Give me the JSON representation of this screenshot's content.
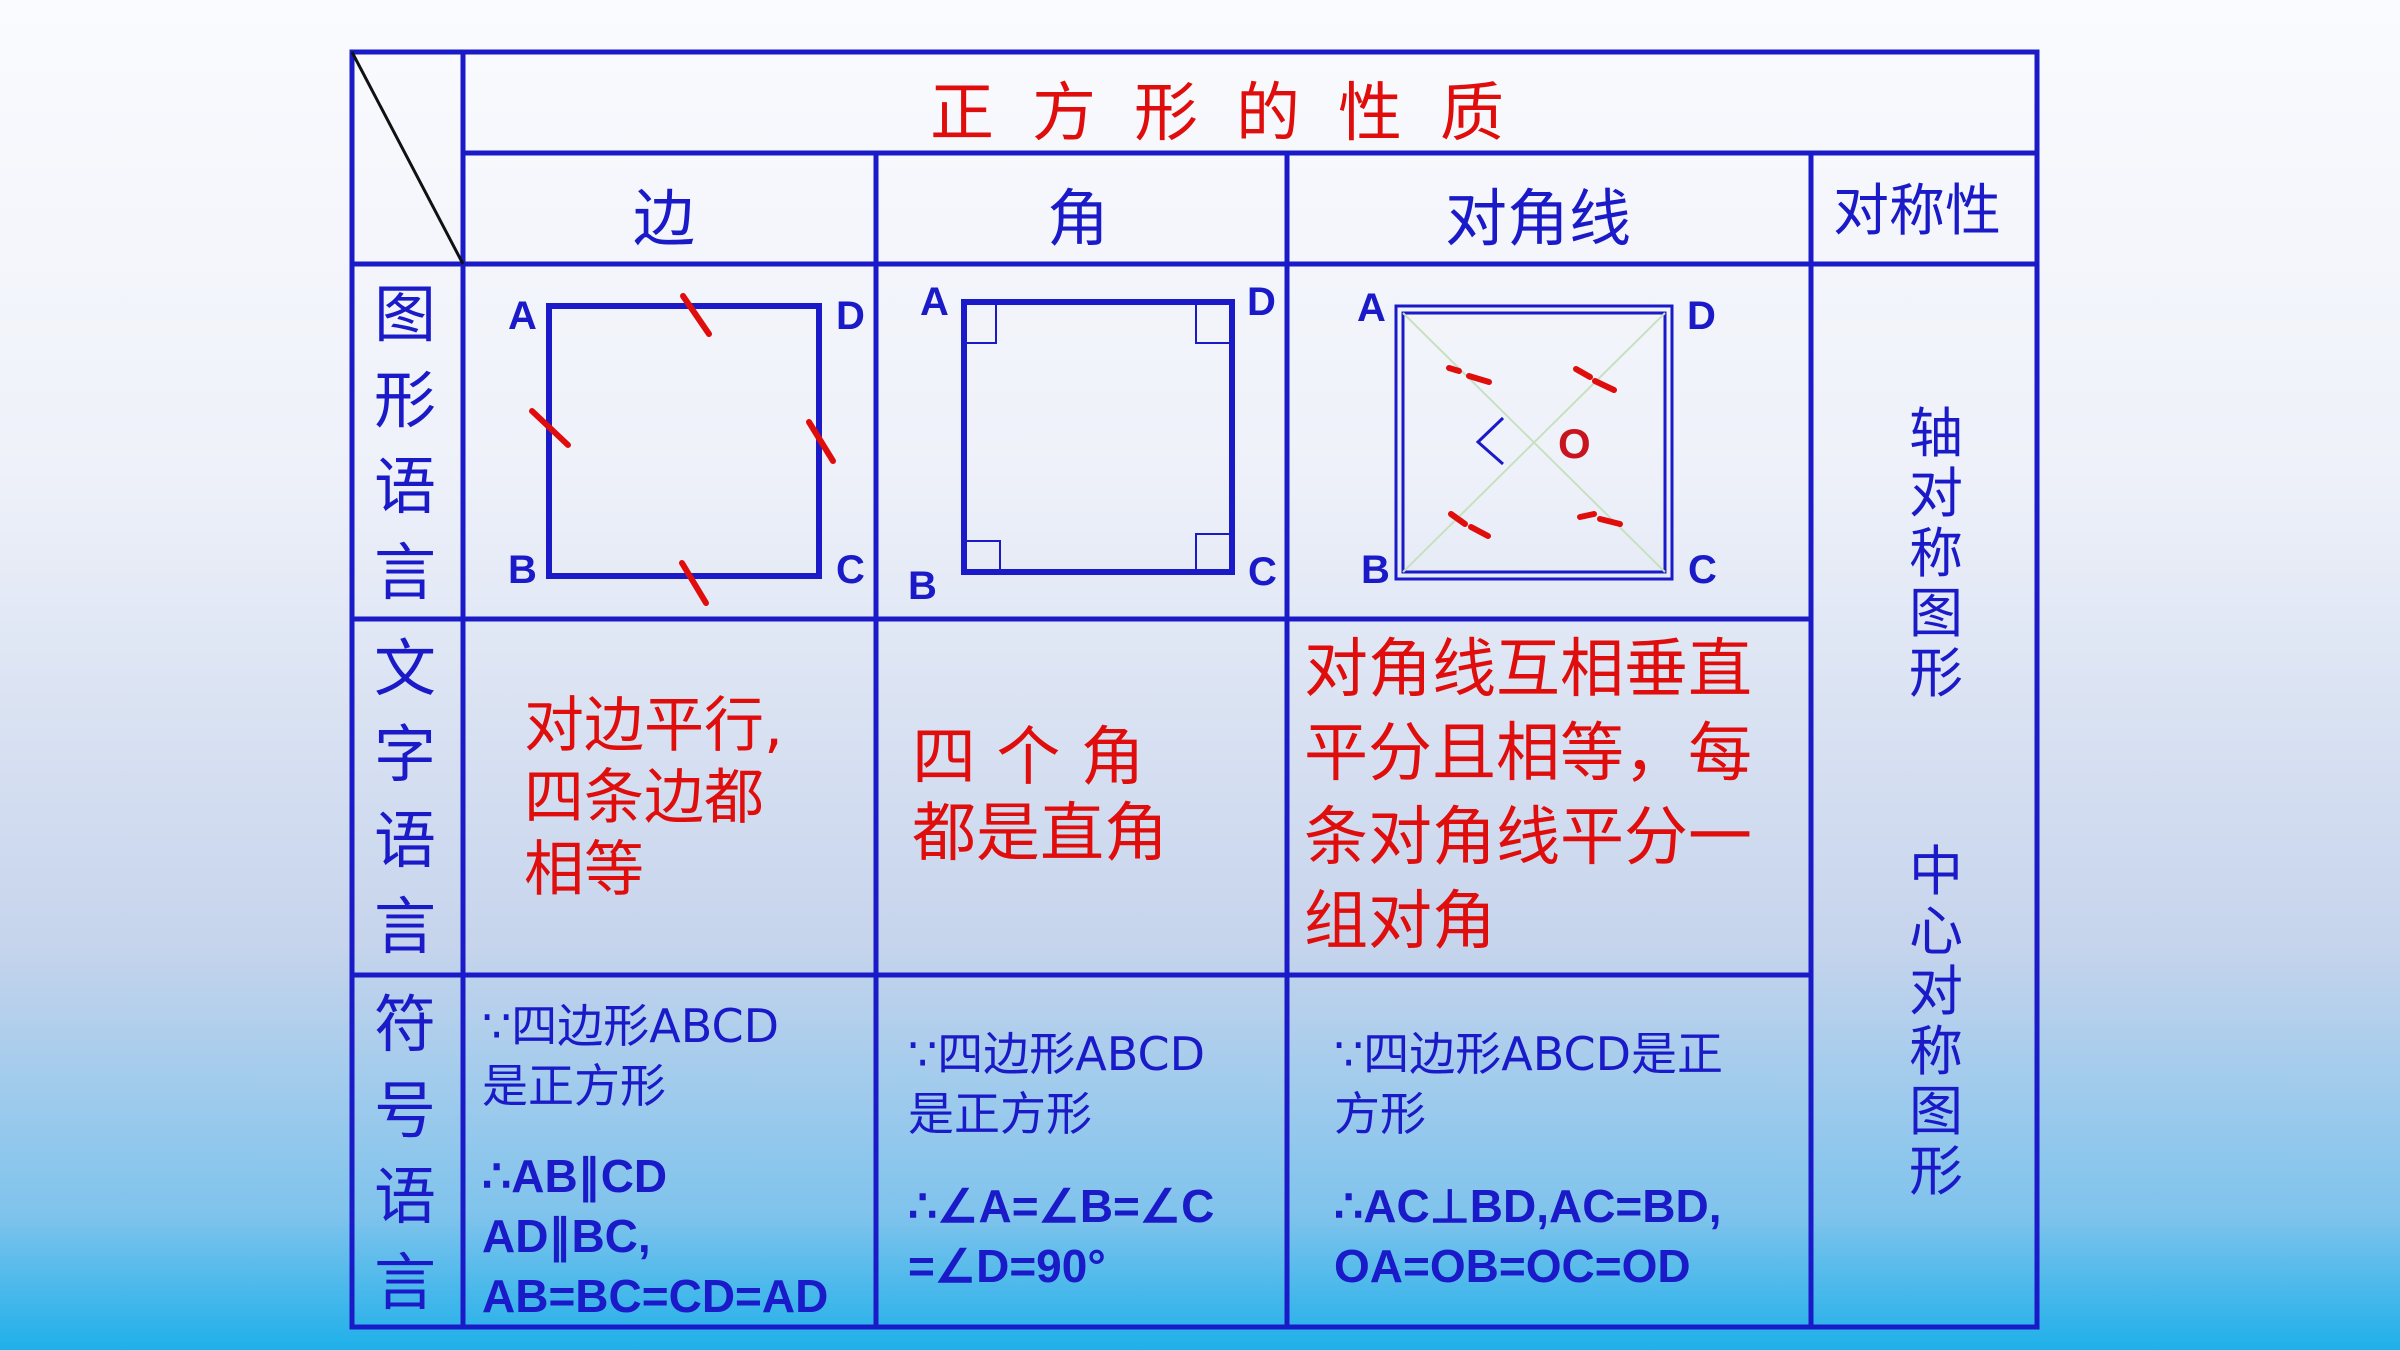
{
  "table": {
    "title": "正方形的性质",
    "columns": [
      "边",
      "角",
      "对角线",
      "对称性"
    ],
    "row_headers": [
      "图形语言",
      "文字语言",
      "符号语言"
    ],
    "figure_labels": {
      "side": {
        "A": "A",
        "B": "B",
        "C": "C",
        "D": "D"
      },
      "angle": {
        "A": "A",
        "B": "B",
        "C": "C",
        "D": "D"
      },
      "diagonal": {
        "A": "A",
        "B": "B",
        "C": "C",
        "D": "D",
        "O": "O"
      }
    },
    "text_language": {
      "side": "对边平行,\n四条边都\n相等",
      "angle": "四 个 角\n都是直角",
      "diagonal": "对角线互相垂直\n平分且相等，每\n条对角线平分一\n组对角"
    },
    "symbol_language": {
      "side": {
        "premise": "∵四边形ABCD\n是正方形",
        "conclusion": "∴AB∥CD\nAD∥BC,\nAB=BC=CD=AD"
      },
      "angle": {
        "premise": "∵四边形ABCD\n是正方形",
        "conclusion": "∴∠A=∠B=∠C\n=∠D=90°"
      },
      "diagonal": {
        "premise": "∵四边形ABCD是正\n方形",
        "conclusion": "∴AC⊥BD,AC=BD,\nOA=OB=OC=OD"
      }
    },
    "symmetry": {
      "axial": "轴对称图形",
      "central": "中心对称图形"
    }
  },
  "colors": {
    "grid": "#1a1ac8",
    "title": "#e00d0d",
    "accent": "#e00d0d",
    "label_o": "#c8141e",
    "diag_line": "#c8e0c0"
  }
}
